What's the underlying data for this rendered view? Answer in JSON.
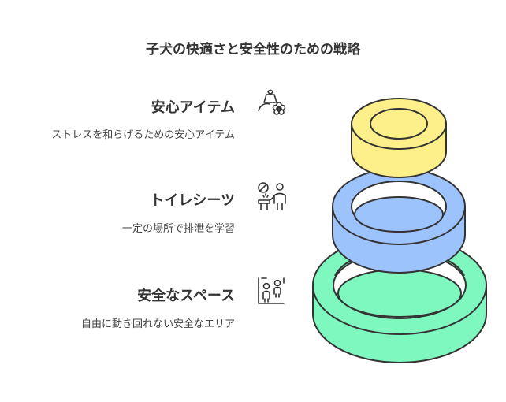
{
  "title": "子犬の快適さと安全性のための戦略",
  "items": [
    {
      "title": "安心アイテム",
      "description": "ストレスを和らげるための安心アイテム",
      "icon": "comfort-toy-flower-icon",
      "color": "#fdf08a"
    },
    {
      "title": "トイレシーツ",
      "description": "一定の場所で排泄を学習",
      "icon": "toilet-training-icon",
      "color": "#9dc3fd"
    },
    {
      "title": "安全なスペース",
      "description": "自由に動き回れない安全なエリア",
      "icon": "safe-space-people-icon",
      "color": "#7ef8bf"
    }
  ]
}
